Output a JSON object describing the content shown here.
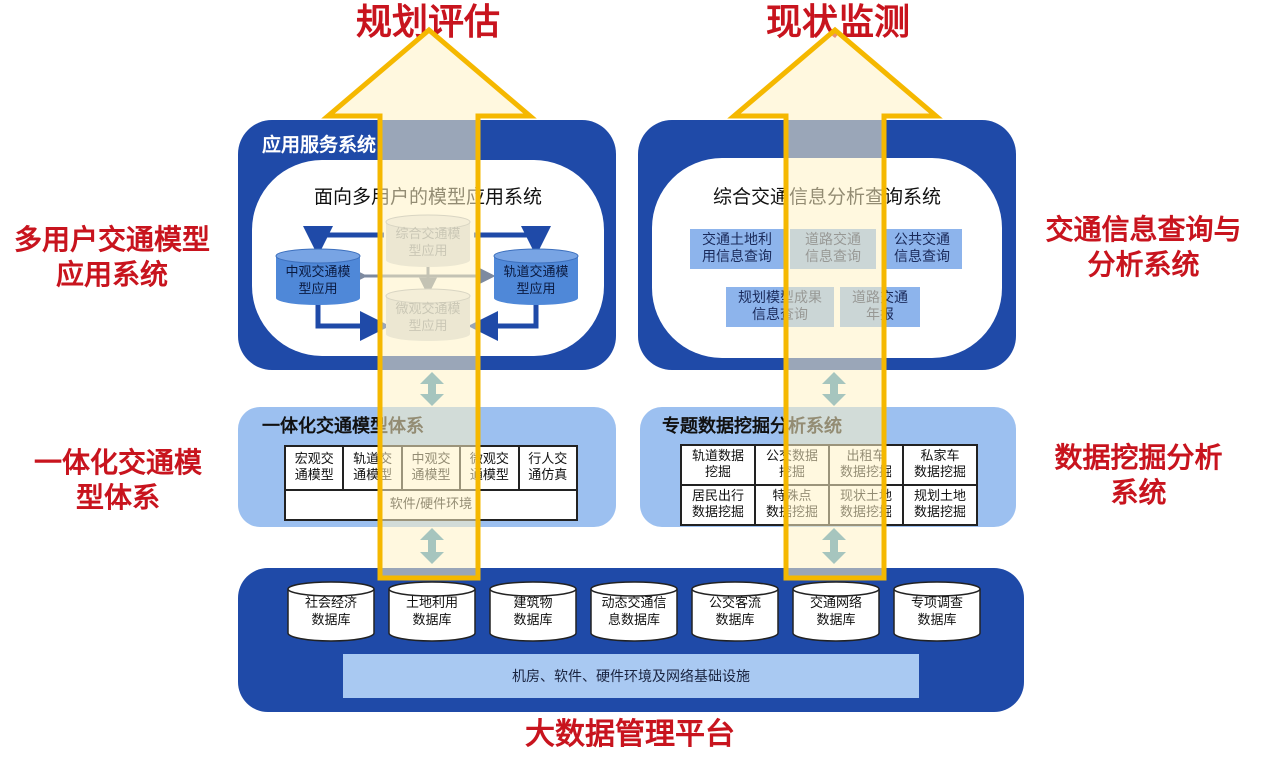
{
  "top_labels": {
    "left": "规划评估",
    "right": "现状监测"
  },
  "side_labels": {
    "left_top": "多用户交通模型\n应用系统",
    "left_mid": "一体化交通模\n型体系",
    "right_top": "交通信息查询与\n分析系统",
    "right_mid": "数据挖掘分析\n系统"
  },
  "app_service": {
    "title": "应用服务系统",
    "model_system_title": "面向多用户的模型应用系统",
    "models": {
      "comprehensive": "综合交通模\n型应用",
      "meso": "中观交通模\n型应用",
      "rail": "轨道交通模\n型应用",
      "micro": "微观交通模\n型应用"
    }
  },
  "query_system": {
    "title": "综合交通信息分析查询系统",
    "items": [
      "交通土地利\n用信息查询",
      "道路交通\n信息查询",
      "公共交通\n信息查询",
      "规划模型成果\n信息查询",
      "道路交通\n年报"
    ]
  },
  "model_system": {
    "title": "一体化交通模型体系",
    "cells": [
      "宏观交\n通模型",
      "轨道交\n通模型",
      "中观交\n通模型",
      "微观交\n通模型",
      "行人交\n通仿真"
    ],
    "base": "软件/硬件环境"
  },
  "mining_system": {
    "title": "专题数据挖掘分析系统",
    "cells": [
      "轨道数据\n挖掘",
      "公交数据\n挖掘",
      "出租车\n数据挖掘",
      "私家车\n数据挖掘",
      "居民出行\n数据挖掘",
      "特殊点\n数据挖掘",
      "现状土地\n数据挖掘",
      "规划土地\n数据挖掘"
    ]
  },
  "platform": {
    "databases": [
      "社会经济\n数据库",
      "土地利用\n数据库",
      "建筑物\n数据库",
      "动态交通信\n息数据库",
      "公交客流\n数据库",
      "交通网络\n数据库",
      "专项调查\n数据库"
    ],
    "infrastructure": "机房、软件、硬件环境及网络基础设施",
    "title": "大数据管理平台"
  },
  "colors": {
    "panel_blue": "#1f4aa8",
    "light_blue": "#9cc0f0",
    "accent_red": "#c8141e",
    "arrow_gold": "#f5b800",
    "cylinder_blue": "#4f88d8",
    "connector_teal": "#3a8fb7"
  }
}
